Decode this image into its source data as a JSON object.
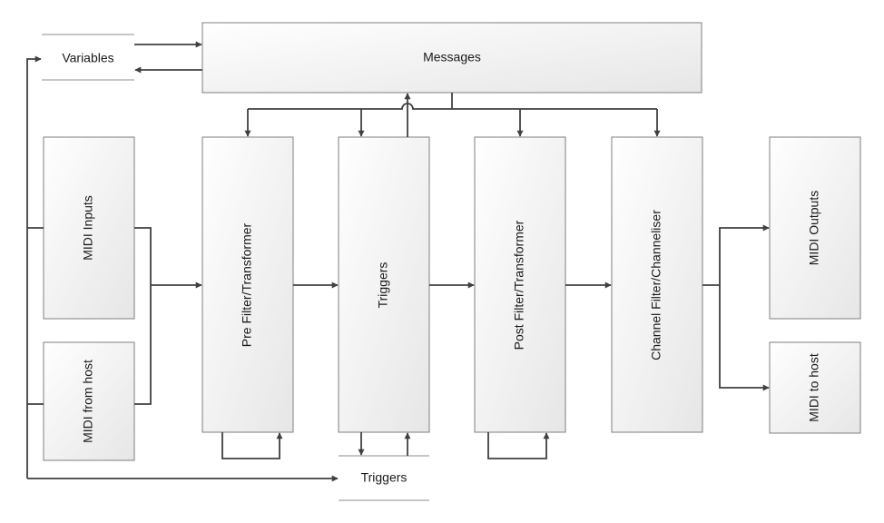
{
  "boxes": {
    "messages": "Messages",
    "midi_inputs": "MIDI Inputs",
    "midi_from_host": "MIDI from host",
    "pre_filter": "Pre Filter/Transformer",
    "triggers": "Triggers",
    "post_filter": "Post Filter/Transformer",
    "channel_filter": "Channel Filter/Channeliser",
    "midi_outputs": "MIDI Outputs",
    "midi_to_host": "MIDI to host"
  },
  "stores": {
    "variables": "Variables",
    "triggers": "Triggers"
  }
}
